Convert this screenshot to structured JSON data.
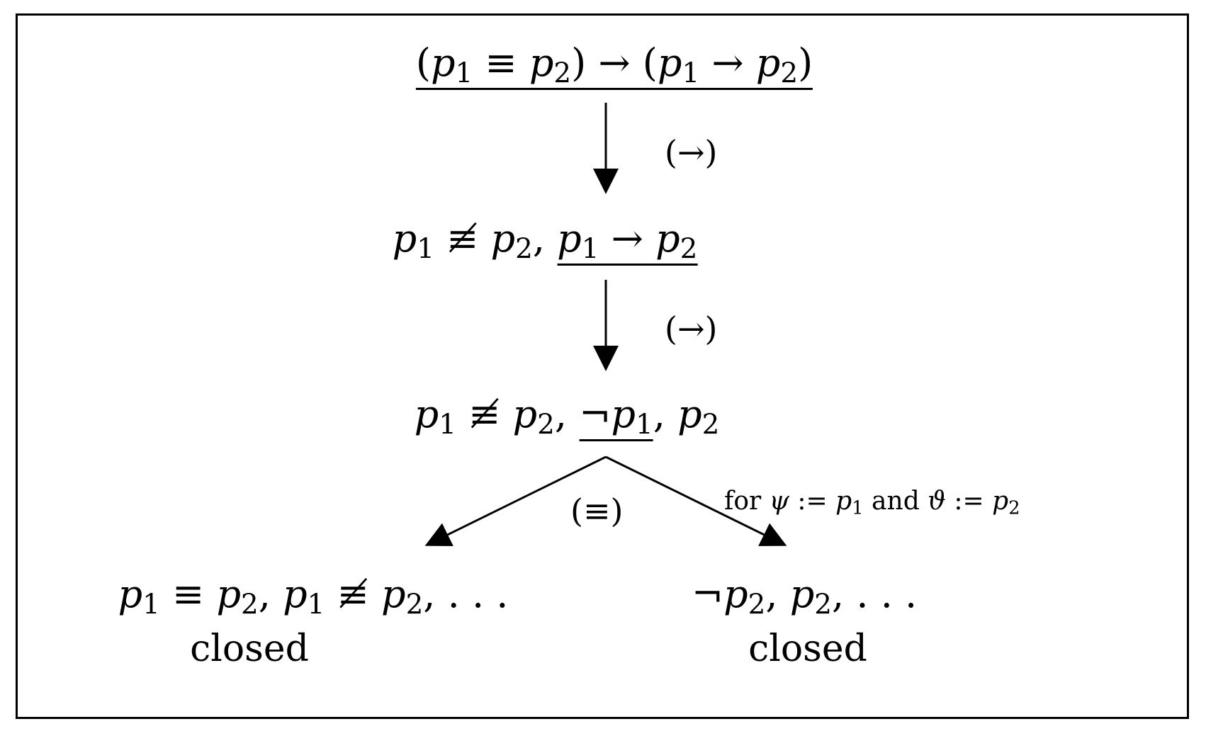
{
  "tableau": {
    "root": {
      "formula": "(p₁ ≡ p₂) → (p₁ → p₂)"
    },
    "step1": {
      "rule": "(→)",
      "formula": "p₁ ≢ p₂, p₁ → p₂"
    },
    "step2": {
      "rule": "(→)",
      "formula": "p₁ ≢ p₂, ¬p₁, p₂"
    },
    "branch": {
      "rule": "(≡)",
      "note": "for ψ := p₁ and ϑ := p₂",
      "left": {
        "formula": "p₁ ≡ p₂, p₁ ≢ p₂, . . .",
        "status": "closed"
      },
      "right": {
        "formula": "¬p₂, p₂, . . .",
        "status": "closed"
      }
    }
  }
}
